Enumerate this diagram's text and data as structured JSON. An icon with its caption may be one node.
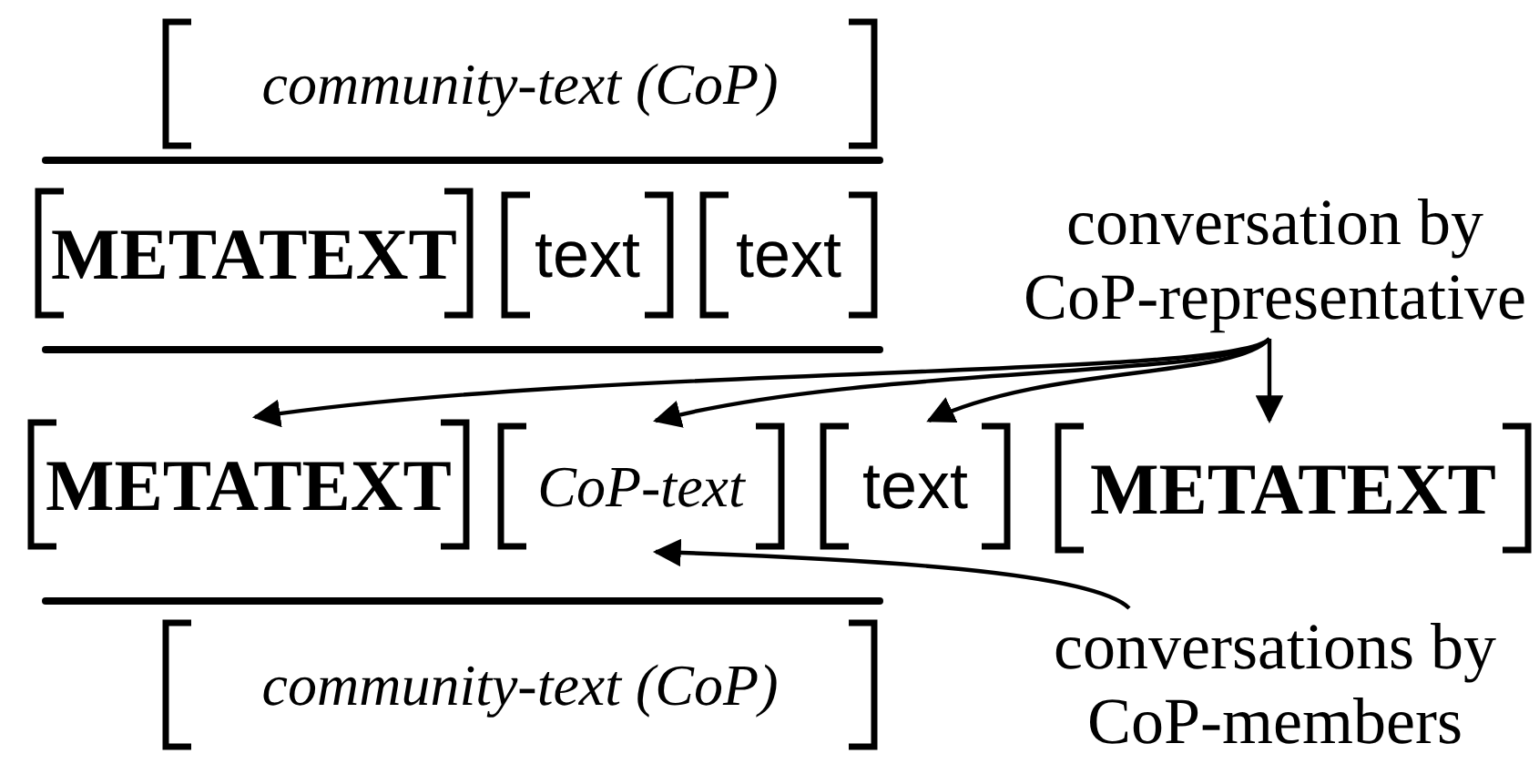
{
  "diagram": {
    "nodes": [
      {
        "text": [
          "community-text (CoP)"
        ]
      },
      {
        "text": [
          "METATEXT"
        ]
      },
      {
        "text": [
          "text"
        ]
      },
      {
        "text": [
          "text"
        ]
      },
      {
        "text": [
          "METATEXT"
        ]
      },
      {
        "text": [
          "CoP-text"
        ]
      },
      {
        "text": [
          "text"
        ]
      },
      {
        "text": [
          "METATEXT"
        ]
      },
      {
        "text": [
          "community-text (CoP)"
        ]
      },
      {
        "text": [
          "conversation by CoP-representative"
        ]
      },
      {
        "text": [
          "conversations by CoP-members"
        ]
      }
    ],
    "edges": [
      {
        "from": 9,
        "to": 4,
        "arrow": "to"
      },
      {
        "from": 9,
        "to": 5,
        "arrow": "to"
      },
      {
        "from": 9,
        "to": 6,
        "arrow": "to"
      },
      {
        "from": 9,
        "to": 7,
        "arrow": "to"
      },
      {
        "from": 10,
        "to": 5,
        "arrow": "to"
      }
    ]
  }
}
